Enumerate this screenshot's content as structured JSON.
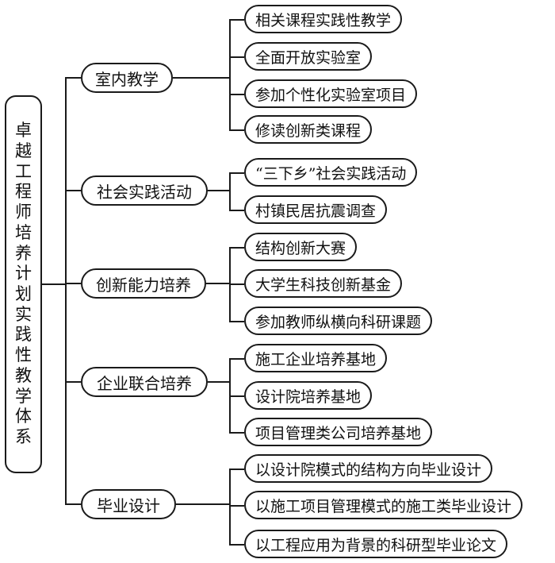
{
  "root": {
    "label": "卓越工程师培养计划实践性教学体系"
  },
  "categories": [
    {
      "label": "室内教学",
      "items": [
        "相关课程实践性教学",
        "全面开放实验室",
        "参加个性化实验室项目",
        "修读创新类课程"
      ]
    },
    {
      "label": "社会实践活动",
      "items": [
        "“三下乡”社会实践活动",
        "村镇民居抗震调查"
      ]
    },
    {
      "label": "创新能力培养",
      "items": [
        "结构创新大赛",
        "大学生科技创新基金",
        "参加教师纵横向科研课题"
      ]
    },
    {
      "label": "企业联合培养",
      "items": [
        "施工企业培养基地",
        "设计院培养基地",
        "项目管理类公司培养基地"
      ]
    },
    {
      "label": "毕业设计",
      "items": [
        "以设计院模式的结构方向毕业设计",
        "以施工项目管理模式的施工类毕业设计",
        "以工程应用为背景的科研型毕业论文"
      ]
    }
  ]
}
